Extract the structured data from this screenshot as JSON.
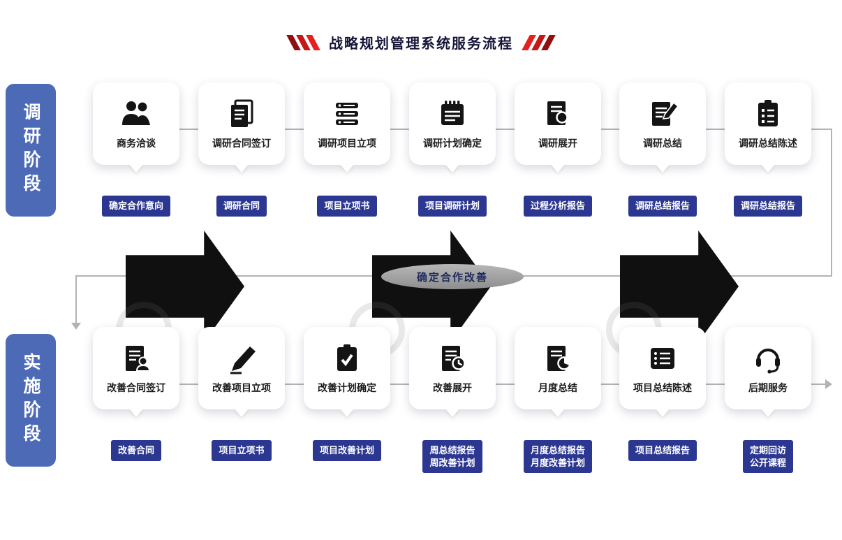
{
  "title": "战略规划管理系统服务流程",
  "phases": [
    {
      "label": "调研阶段",
      "steps": [
        {
          "name": "商务洽谈",
          "output": "确定合作意向",
          "icon": "people-icon"
        },
        {
          "name": "调研合同签订",
          "output": "调研合同",
          "icon": "contract-icon"
        },
        {
          "name": "调研项目立项",
          "output": "项目立项书",
          "icon": "list-icon"
        },
        {
          "name": "调研计划确定",
          "output": "项目调研计划",
          "icon": "notepad-icon"
        },
        {
          "name": "调研展开",
          "output": "过程分析报告",
          "icon": "document-search-icon"
        },
        {
          "name": "调研总结",
          "output": "调研总结报告",
          "icon": "document-edit-icon"
        },
        {
          "name": "调研总结陈述",
          "output": "调研总结报告",
          "icon": "clipboard-icon"
        }
      ]
    },
    {
      "label": "实施阶段",
      "steps": [
        {
          "name": "改善合同签订",
          "output": "改善合同",
          "icon": "contract-sign-icon"
        },
        {
          "name": "改善项目立项",
          "output": "项目立项书",
          "icon": "pen-icon"
        },
        {
          "name": "改善计划确定",
          "output": "项目改善计划",
          "icon": "clipboard-check-icon"
        },
        {
          "name": "改善展开",
          "output": "周总结报告\n周改善计划",
          "icon": "document-clock-icon"
        },
        {
          "name": "月度总结",
          "output": "月度总结报告\n月度改善计划",
          "icon": "document-chart-icon"
        },
        {
          "name": "项目总结陈述",
          "output": "项目总结报告",
          "icon": "list-detail-icon"
        },
        {
          "name": "后期服务",
          "output": "定期回访\n公开课程",
          "icon": "headset-icon"
        }
      ]
    }
  ],
  "connector": {
    "loop_label": "确定合作改善"
  },
  "colors": {
    "phase_pill_blue": "#4c6ab6",
    "label_navy": "#2b3790",
    "title_dark": "#141538",
    "slash_red": "#c41717",
    "arrow_black": "#101010",
    "connector_gray": "#b3b3b3",
    "ellipse_gray": "#9e9e9e"
  }
}
